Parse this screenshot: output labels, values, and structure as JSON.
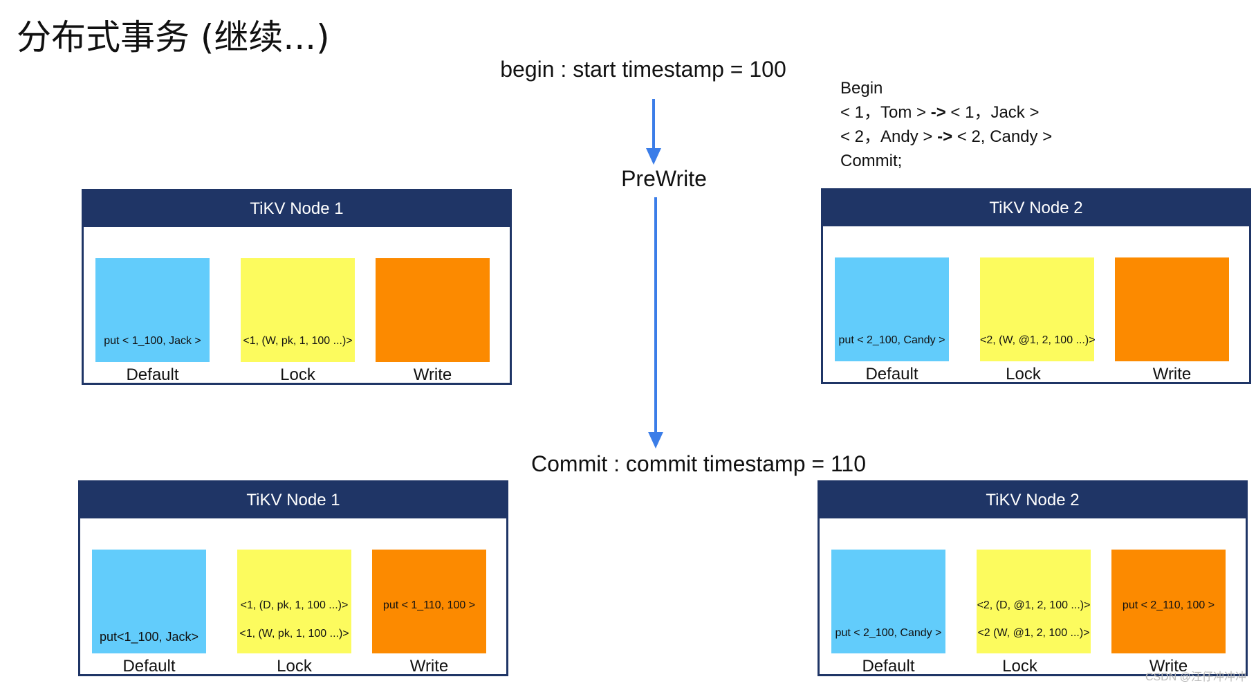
{
  "title": "分布式事务 (继续...)",
  "begin_label": "begin : start timestamp = 100",
  "prewrite_label": "PreWrite",
  "commit_label": "Commit : commit timestamp = 110",
  "transaction": {
    "begin": "Begin",
    "op1_left": "< 1，Tom > ",
    "op1_arrow": "->",
    "op1_right": " < 1，Jack >",
    "op2_left": "< 2，Andy > ",
    "op2_arrow": "->",
    "op2_right": " < 2, Candy >",
    "commit": "Commit;"
  },
  "prewrite": {
    "node1": {
      "header": "TiKV Node 1",
      "default": {
        "label": "Default",
        "text": "put < 1_100, Jack >"
      },
      "lock": {
        "label": "Lock",
        "text": "<1, (W, pk, 1, 100 ...)>"
      },
      "write": {
        "label": "Write"
      }
    },
    "node2": {
      "header": "TiKV Node 2",
      "default": {
        "label": "Default",
        "text": "put < 2_100, Candy >"
      },
      "lock": {
        "label": "Lock",
        "text": "<2, (W, @1, 2, 100 ...)>"
      },
      "write": {
        "label": "Write"
      }
    }
  },
  "commit": {
    "node1": {
      "header": "TiKV Node 1",
      "default": {
        "label": "Default",
        "text": "put<1_100, Jack>"
      },
      "lock": {
        "label": "Lock",
        "text1": "<1, (D, pk, 1, 100 ...)>",
        "text2": "<1, (W, pk, 1, 100 ...)>"
      },
      "write": {
        "label": "Write",
        "text": "put < 1_110, 100 >"
      }
    },
    "node2": {
      "header": "TiKV Node 2",
      "default": {
        "label": "Default",
        "text": "put < 2_100, Candy >"
      },
      "lock": {
        "label": "Lock",
        "text1": "<2, (D, @1, 2, 100 ...)>",
        "text2": "<2 (W, @1, 2, 100 ...)>"
      },
      "write": {
        "label": "Write",
        "text": "put < 2_110, 100 >"
      }
    }
  },
  "watermark": "CSDN @汪仔冲冲冲",
  "colors": {
    "header": "#1f3566",
    "default_cf": "#62ccfb",
    "lock_cf": "#fcfb5e",
    "write_cf": "#fc8a00",
    "arrow": "#3b7de8"
  }
}
